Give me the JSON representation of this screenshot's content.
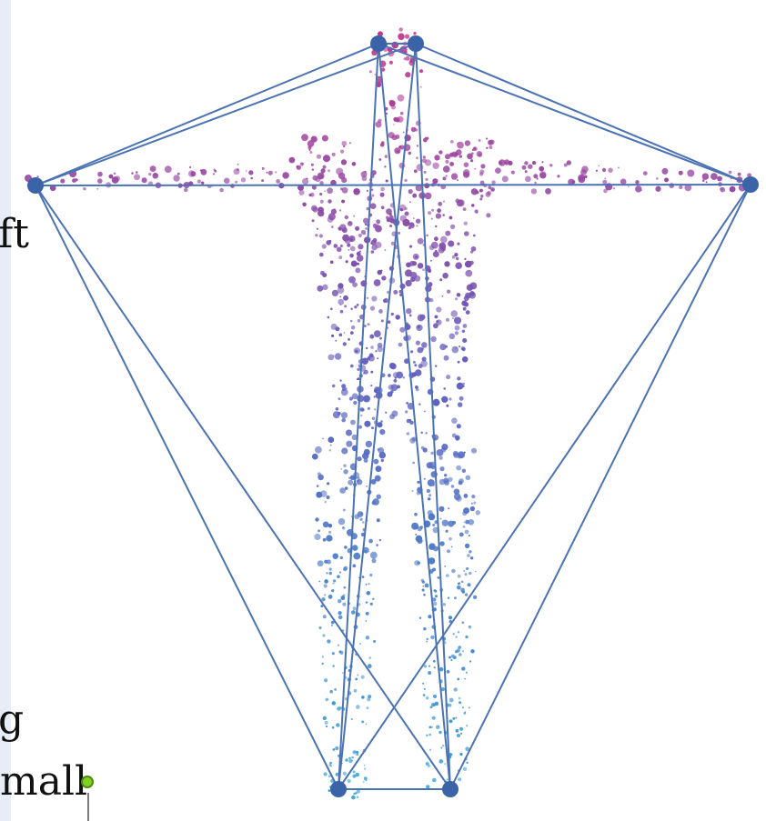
{
  "slide": {
    "text_lines": [
      "ft",
      "g",
      "mall"
    ]
  },
  "figure": {
    "colors": {
      "connector": "#4b73b3",
      "joint": "#3b64a8",
      "figure_top": "#c2378f",
      "figure_mid": "#5f5fbe",
      "figure_bottom": "#35a6d8",
      "handle": "#7ed321"
    },
    "keypoints": [
      {
        "name": "head-left"
      },
      {
        "name": "head-right"
      },
      {
        "name": "left-hand"
      },
      {
        "name": "right-hand"
      },
      {
        "name": "left-foot"
      },
      {
        "name": "right-foot"
      }
    ]
  },
  "icons": {
    "rotate_handle": "rotate-handle-icon"
  }
}
